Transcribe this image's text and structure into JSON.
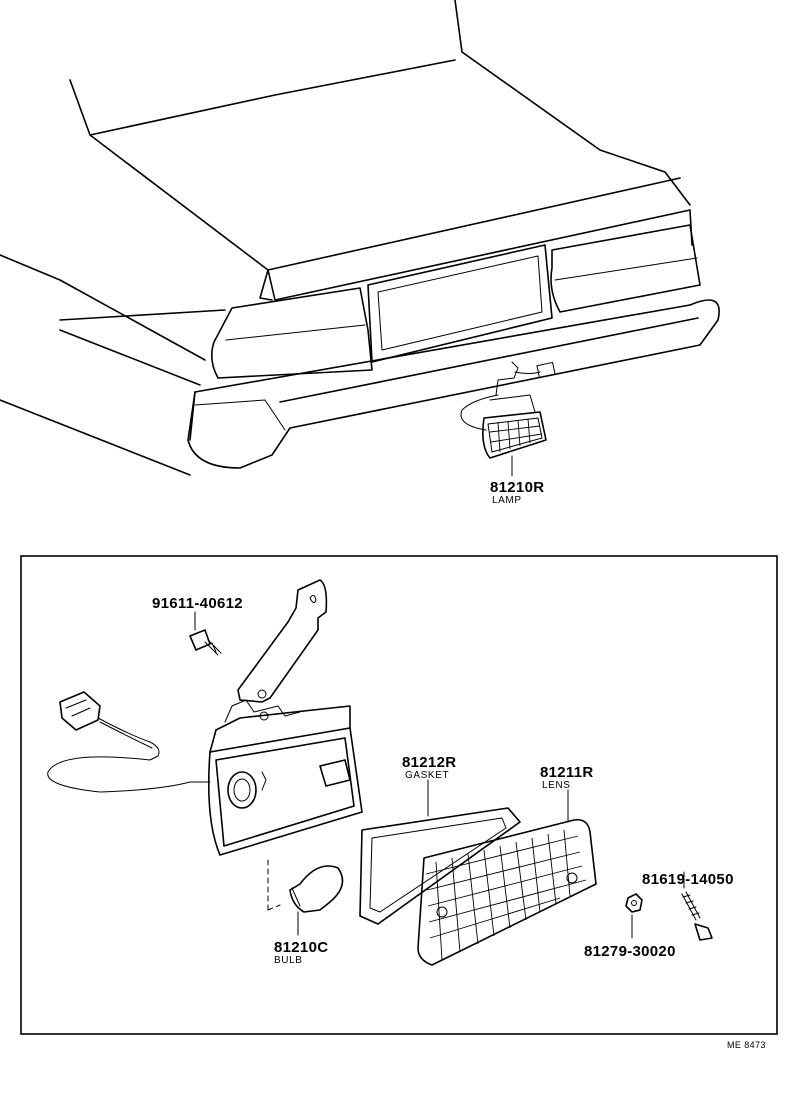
{
  "callouts": {
    "lamp_assembly": {
      "part_number": "81210R",
      "part_name": "LAMP"
    },
    "bracket_bolt": {
      "part_number": "91611-40612"
    },
    "gasket": {
      "part_number": "81212R",
      "part_name": "GASKET"
    },
    "lens": {
      "part_number": "81211R",
      "part_name": "LENS"
    },
    "lens_screw": {
      "part_number": "81619-14050"
    },
    "lens_nut": {
      "part_number": "81279-30020"
    },
    "bulb": {
      "part_number": "81210C",
      "part_name": "BULB"
    }
  },
  "drawing_code": "ME 8473"
}
